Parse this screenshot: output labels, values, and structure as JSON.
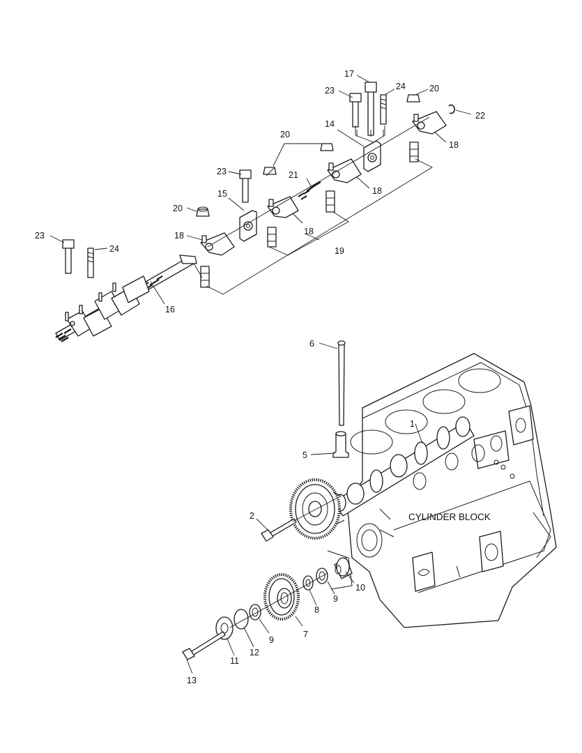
{
  "block_label": "CYLINDER BLOCK",
  "callouts": [
    {
      "id": "c17",
      "text": "17"
    },
    {
      "id": "c23a",
      "text": "23"
    },
    {
      "id": "c24a",
      "text": "24"
    },
    {
      "id": "c20a",
      "text": "20"
    },
    {
      "id": "c22",
      "text": "22"
    },
    {
      "id": "c14",
      "text": "14"
    },
    {
      "id": "c18a",
      "text": "18"
    },
    {
      "id": "c20b",
      "text": "20"
    },
    {
      "id": "c23b",
      "text": "23"
    },
    {
      "id": "c21",
      "text": "21"
    },
    {
      "id": "c18b",
      "text": "18"
    },
    {
      "id": "c15",
      "text": "15"
    },
    {
      "id": "c20c",
      "text": "20"
    },
    {
      "id": "c18c",
      "text": "18"
    },
    {
      "id": "c18d",
      "text": "18"
    },
    {
      "id": "c19",
      "text": "19"
    },
    {
      "id": "c23c",
      "text": "23"
    },
    {
      "id": "c24b",
      "text": "24"
    },
    {
      "id": "c16",
      "text": "16"
    },
    {
      "id": "c6",
      "text": "6"
    },
    {
      "id": "c1",
      "text": "1"
    },
    {
      "id": "c5",
      "text": "5"
    },
    {
      "id": "c2",
      "text": "2"
    },
    {
      "id": "c10",
      "text": "10"
    },
    {
      "id": "c9a",
      "text": "9"
    },
    {
      "id": "c8",
      "text": "8"
    },
    {
      "id": "c7",
      "text": "7"
    },
    {
      "id": "c9b",
      "text": "9"
    },
    {
      "id": "c12",
      "text": "12"
    },
    {
      "id": "c11",
      "text": "11"
    },
    {
      "id": "c13",
      "text": "13"
    }
  ]
}
